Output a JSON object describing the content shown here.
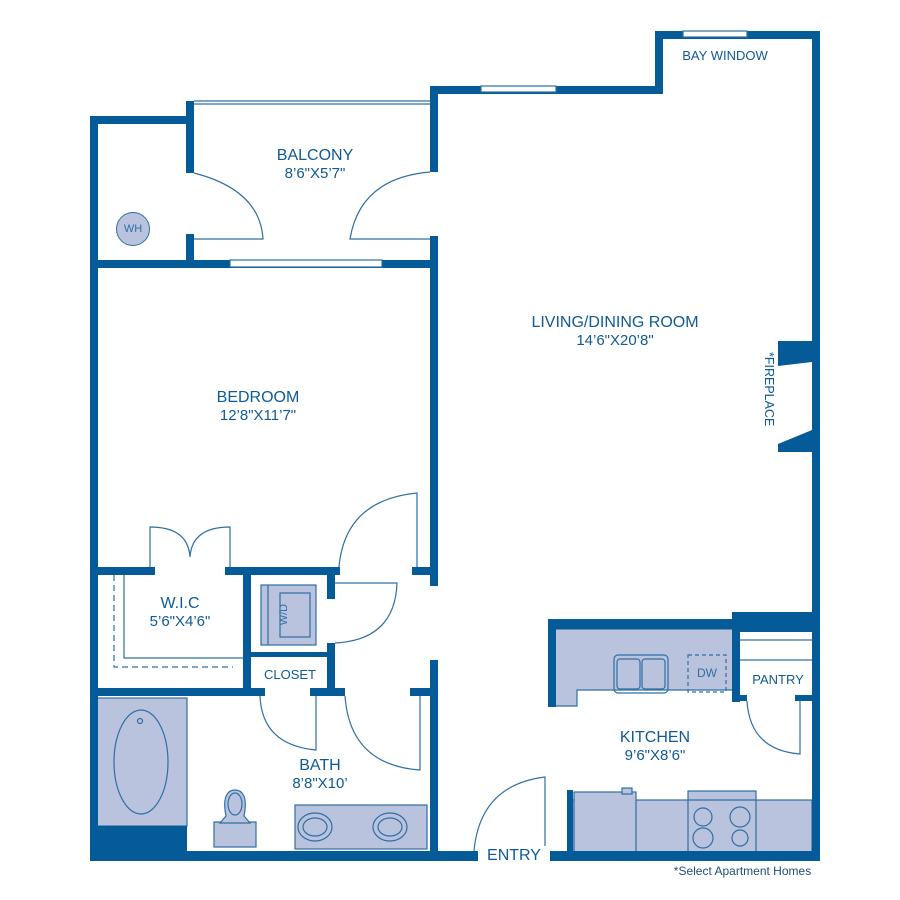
{
  "colors": {
    "wall": "#055a98",
    "fixture_fill": "#b9c3dd",
    "line": "#2f6fa4",
    "text": "#0f5a96",
    "background": "#ffffff"
  },
  "rooms": {
    "balcony": {
      "name": "BALCONY",
      "dims": "8’6\"X5’7\""
    },
    "bedroom": {
      "name": "BEDROOM",
      "dims": "12’8\"X11’7\""
    },
    "living": {
      "name": "LIVING/DINING ROOM",
      "dims": "14’6\"X20’8\""
    },
    "wic": {
      "name": "W.I.C",
      "dims": "5’6\"X4’6\""
    },
    "bath": {
      "name": "BATH",
      "dims": "8’8\"X10’"
    },
    "kitchen": {
      "name": "KITCHEN",
      "dims": "9’6\"X8’6\""
    },
    "closet": {
      "name": "CLOSET"
    },
    "pantry": {
      "name": "PANTRY"
    }
  },
  "labels": {
    "bay_window": "BAY WINDOW",
    "fireplace": "*FIREPLACE",
    "entry": "ENTRY",
    "water_heater": "WH",
    "washer_dryer": "W/D",
    "dishwasher": "DW",
    "footnote": "*Select Apartment Homes"
  }
}
